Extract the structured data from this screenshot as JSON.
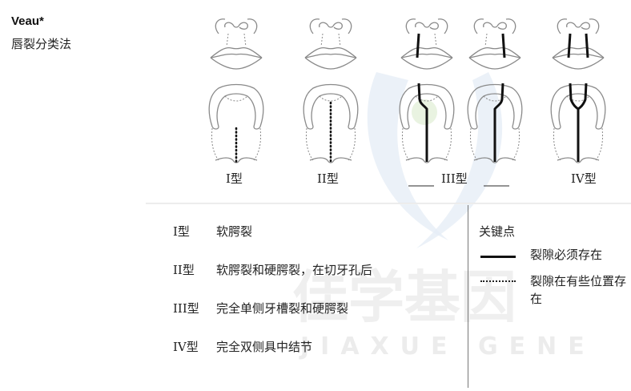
{
  "header": {
    "title": "Veau*",
    "subtitle": "唇裂分类法"
  },
  "figure": {
    "labels": [
      {
        "id": "I",
        "text": "I型"
      },
      {
        "id": "II",
        "text": "II型"
      },
      {
        "id": "III",
        "text": "III型"
      },
      {
        "id": "IV",
        "text": "IV型"
      }
    ]
  },
  "descriptions": [
    {
      "type": "I型",
      "text": "软腭裂"
    },
    {
      "type": "II型",
      "text": "软腭裂和硬腭裂，在切牙孔后"
    },
    {
      "type": "III型",
      "text": "完全单侧牙槽裂和硬腭裂"
    },
    {
      "type": "IV型",
      "text": "完全双侧具中结节"
    }
  ],
  "key": {
    "title": "关键点",
    "items": [
      {
        "style": "solid",
        "text": "裂隙必须存在"
      },
      {
        "style": "dotted",
        "text": "裂隙在有些位置存在"
      }
    ]
  },
  "watermark": {
    "cn": "佳学基因",
    "en": "JIAXUE GENE"
  },
  "colors": {
    "outline": "#8a8a8a",
    "cleft": "#111111",
    "watermark": "#e8eef5"
  }
}
